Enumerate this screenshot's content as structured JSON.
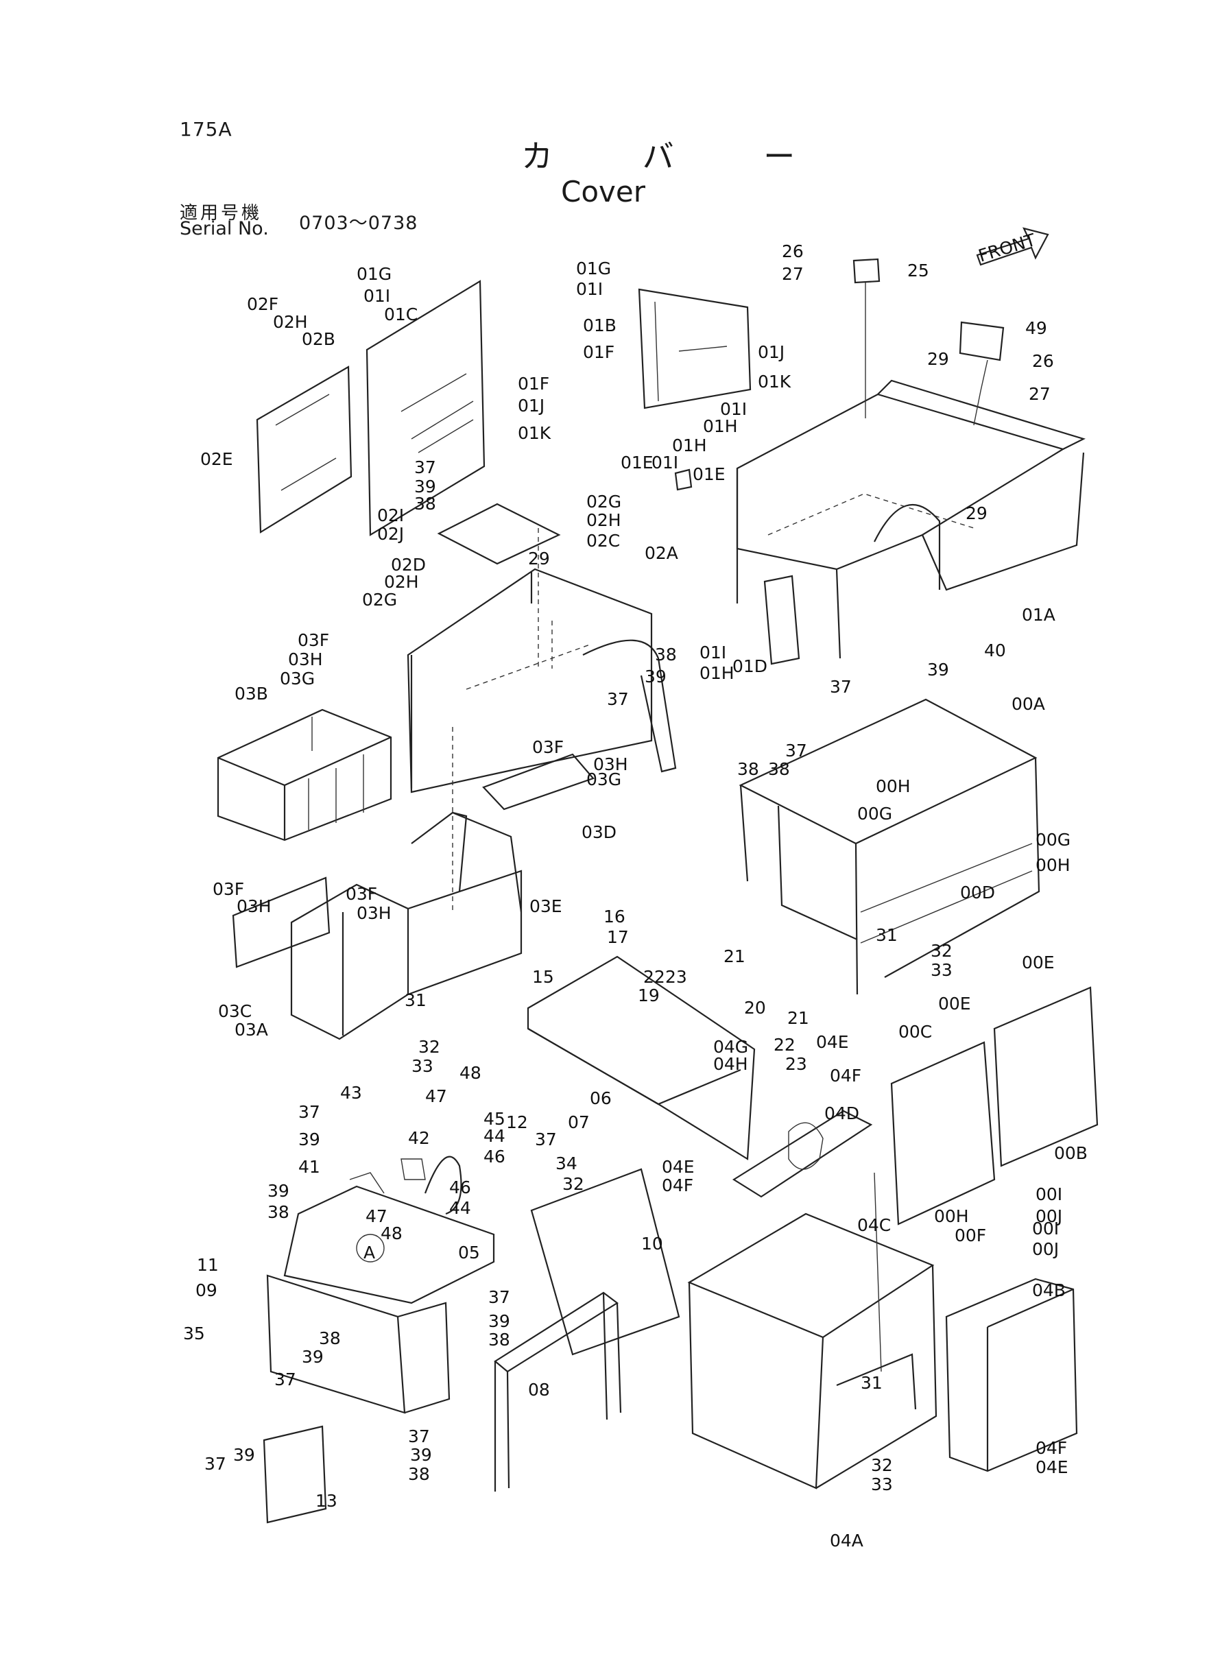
{
  "page_code": "175A",
  "title": {
    "jp": "カ バ ー",
    "en": "Cover"
  },
  "serial": {
    "label_jp": "適用号機",
    "label_en": "Serial No.",
    "value": "0703～0738"
  },
  "front_label": "FRONT",
  "callout_a": "A",
  "labels": [
    "01G",
    "01I",
    "01C",
    "02F",
    "02H",
    "02B",
    "01F",
    "01J",
    "01K",
    "02E",
    "37",
    "39",
    "38",
    "02I",
    "02J",
    "02G",
    "02H",
    "02C",
    "01G",
    "01I",
    "01B",
    "01F",
    "01J",
    "01K",
    "01I",
    "01H",
    "01E",
    "01H",
    "01I",
    "01E",
    "26",
    "27",
    "25",
    "49",
    "26",
    "27",
    "29",
    "29",
    "01A",
    "02D",
    "02H",
    "02G",
    "29",
    "02A",
    "38",
    "39",
    "37",
    "01D",
    "01I",
    "01H",
    "03F",
    "03H",
    "03G",
    "03B",
    "03F",
    "03H",
    "03G",
    "03D",
    "37",
    "39",
    "37",
    "38",
    "40",
    "00A",
    "38",
    "00H",
    "00G",
    "00G",
    "00H",
    "00D",
    "31",
    "03F",
    "03H",
    "03F",
    "03H",
    "03E",
    "03C",
    "03A",
    "31",
    "32",
    "33",
    "16",
    "17",
    "15",
    "21",
    "22",
    "23",
    "19",
    "20",
    "21",
    "22",
    "23",
    "04G",
    "04H",
    "04E",
    "04F",
    "04D",
    "32",
    "33",
    "00E",
    "00E",
    "00C",
    "48",
    "43",
    "47",
    "45",
    "37",
    "42",
    "44",
    "39",
    "41",
    "46",
    "46",
    "12",
    "06",
    "07",
    "37",
    "34",
    "32",
    "39",
    "38",
    "47",
    "44",
    "48",
    "04E",
    "04F",
    "10",
    "04C",
    "00I",
    "00J",
    "00I",
    "00J",
    "00B",
    "00H",
    "00F",
    "11",
    "05",
    "09",
    "37",
    "39",
    "38",
    "35",
    "38",
    "39",
    "37",
    "08",
    "31",
    "04B",
    "37",
    "39",
    "38",
    "37",
    "39",
    "13",
    "32",
    "33",
    "04F",
    "04E",
    "04A"
  ]
}
